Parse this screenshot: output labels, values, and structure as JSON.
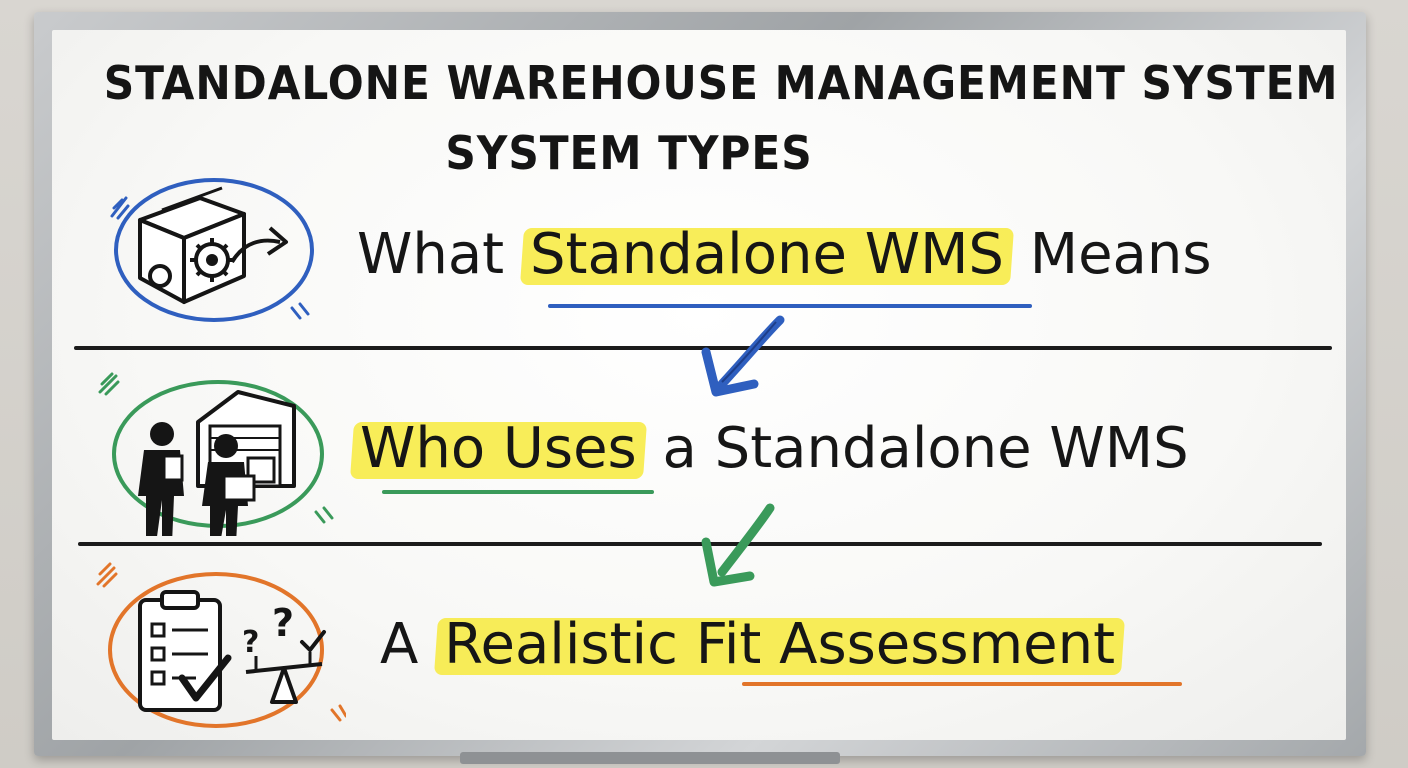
{
  "board": {
    "title_line1": "STANDALONE WAREHOUSE MANAGEMENT SYSTEM TYPES",
    "title_line2": "SYSTEM TYPES"
  },
  "sections": [
    {
      "lead": "What",
      "highlight": "Standalone WMS",
      "trail": "Means",
      "icon": "box-gear-icon",
      "accent": "#2f5fbf"
    },
    {
      "lead": "",
      "highlight": "Who Uses",
      "trail": "a Standalone WMS",
      "icon": "workers-warehouse-icon",
      "accent": "#3a9a5a"
    },
    {
      "lead": "A",
      "highlight": "Realistic Fit Assessment",
      "trail": "",
      "icon": "checklist-scale-icon",
      "accent": "#e2752a"
    }
  ],
  "colors": {
    "highlighter": "#f7ea3c",
    "blue": "#2f5fbf",
    "green": "#3a9a5a",
    "orange": "#e2752a",
    "ink": "#161616"
  }
}
